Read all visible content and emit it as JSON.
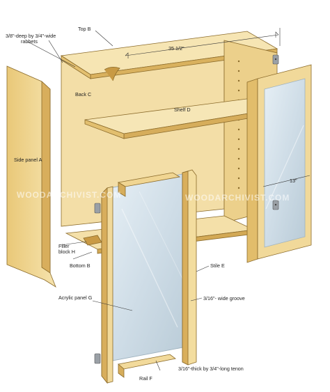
{
  "labels": {
    "rabbets_line1": "3/8\"-deep by 3/4\"-wide",
    "rabbets_line2": "rabbets",
    "top": "Top B",
    "width_dim": "35 1/2\"",
    "back": "Back C",
    "shelf": "Shelf D",
    "side_panel": "Side panel A",
    "door_dim": "13\"",
    "filler_line1": "Filler",
    "filler_line2": "block H",
    "bottom": "Bottom B",
    "stile": "Stile E",
    "acrylic": "Acrylic panel G",
    "groove": "3/16\"- wide groove",
    "tenon": "3/16\"-thick by 3/4\"-long tenon",
    "rail": "Rail F"
  },
  "watermarks": {
    "left": "WOODARCHIVIST.COM",
    "right": "WOODARCHIVIST.COM"
  },
  "colors": {
    "wood_light": "#f4dfa8",
    "wood_mid": "#e8c77c",
    "wood_dark": "#d3a955",
    "glass": "#d9e6ee",
    "glass_edge": "#9fb2be"
  }
}
